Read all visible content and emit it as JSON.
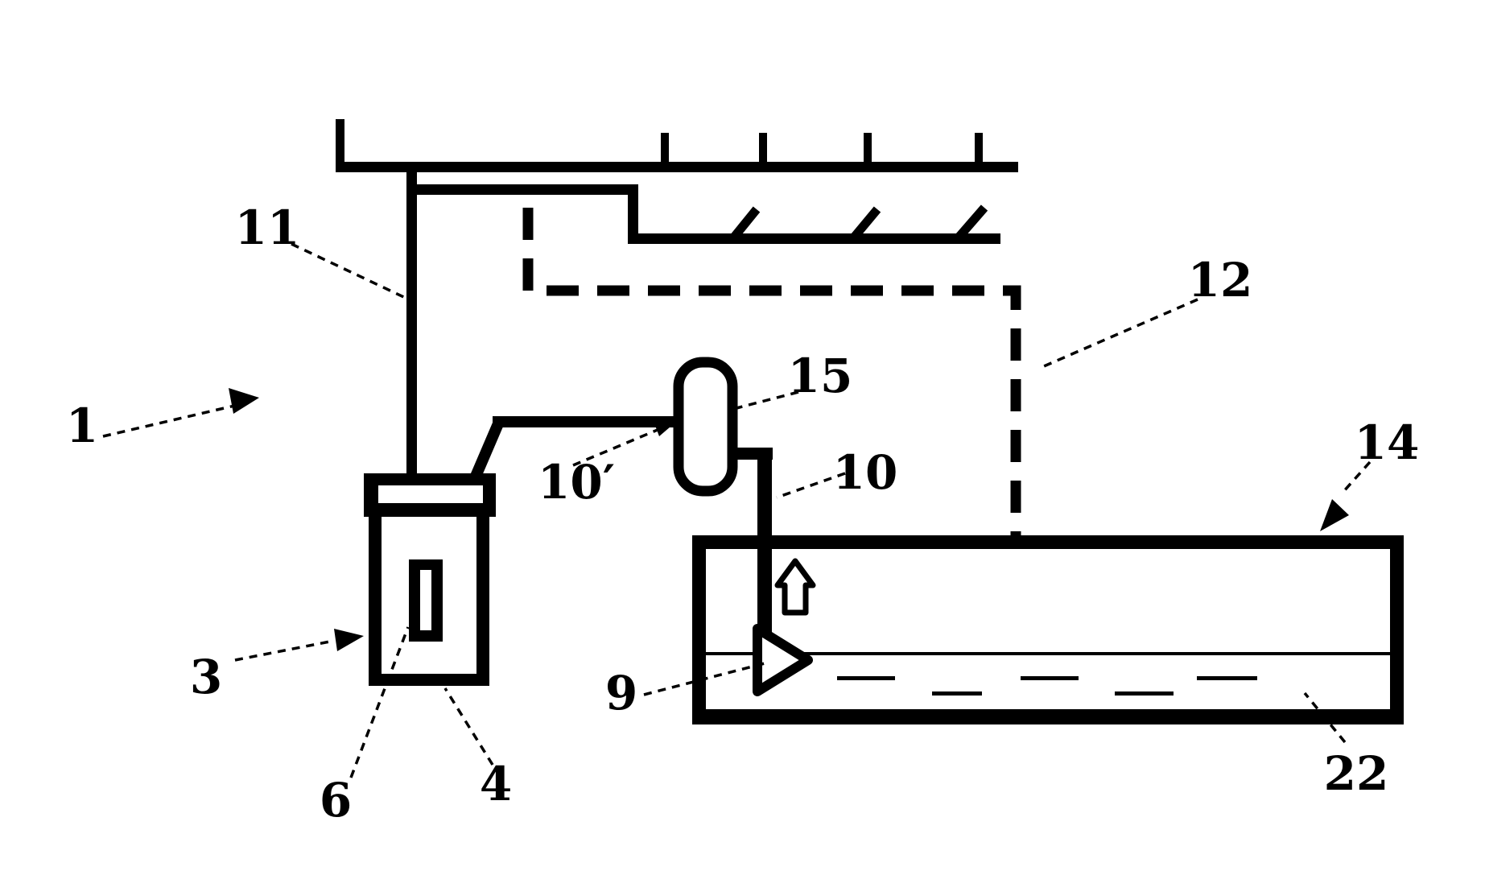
{
  "figure": {
    "kind": "patent-line-drawing",
    "colors": {
      "ink": "#000000",
      "paper": "#ffffff"
    },
    "icons": {
      "flow_direction_arrow": "⇧",
      "spray_outlet": "three-stroke-spray",
      "ceiling_hatch": "tick-marks"
    },
    "labels": {
      "n1": "1",
      "n3": "3",
      "n4": "4",
      "n6": "6",
      "n9": "9",
      "n10": "10",
      "n10p": "10′",
      "n11": "11",
      "n12": "12",
      "n14": "14",
      "n15": "15",
      "n22": "22"
    }
  }
}
